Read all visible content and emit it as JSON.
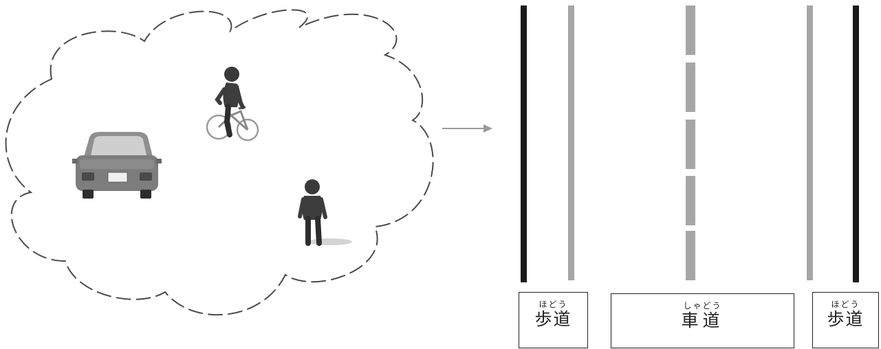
{
  "left_scene": {
    "icons": [
      "car-icon",
      "cyclist-icon",
      "pedestrian-icon"
    ]
  },
  "arrow": {
    "color": "#9a9a9a"
  },
  "road": {
    "outer_line_color": "#1a1a1a",
    "lane_line_color": "#a6a6a6",
    "labels": [
      {
        "ruby": "ほどう",
        "text": "歩道"
      },
      {
        "ruby": "しゃどう",
        "text": "車道"
      },
      {
        "ruby": "ほどう",
        "text": "歩道"
      }
    ]
  }
}
